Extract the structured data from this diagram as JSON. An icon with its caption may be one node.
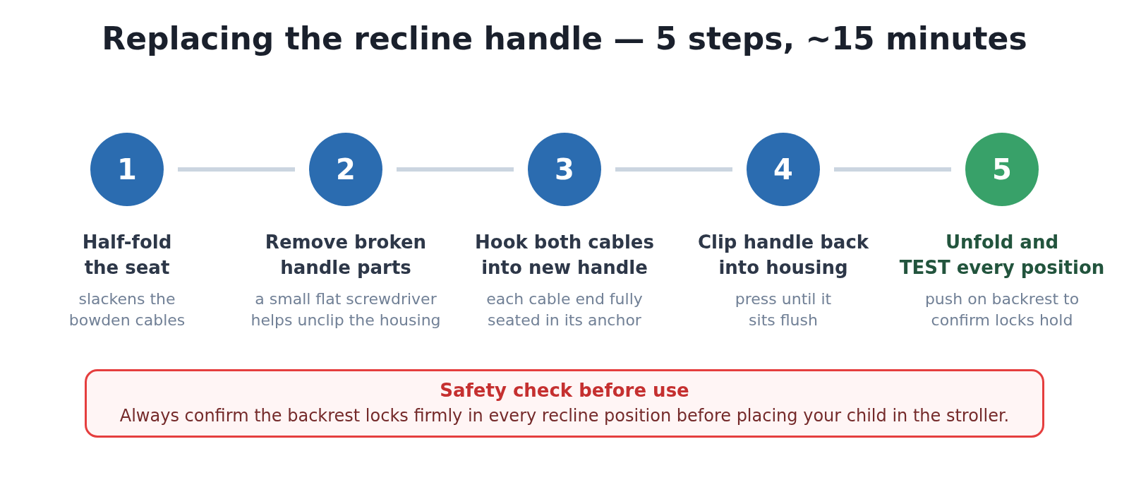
{
  "diagram": {
    "title": "Replacing the recline handle — 5 steps, ~15 minutes",
    "nodes": [
      {
        "text": [
          "1"
        ],
        "beside": [
          "Half-fold the seat",
          "slackens the bowden cables"
        ]
      },
      {
        "text": [
          "2"
        ],
        "beside": [
          "Remove broken handle parts",
          "a small flat screwdriver helps unclip the housing"
        ]
      },
      {
        "text": [
          "3"
        ],
        "beside": [
          "Hook both cables into new handle",
          "each cable end fully seated in its anchor"
        ]
      },
      {
        "text": [
          "4"
        ],
        "beside": [
          "Clip handle back into housing",
          "press until it sits flush"
        ]
      },
      {
        "text": [
          "5"
        ],
        "beside": [
          "Unfold and TEST every position",
          "push on backrest to confirm locks hold"
        ]
      },
      {
        "text": [
          "Safety check before use",
          "Always confirm the backrest locks firmly in every recline position before placing your child in the stroller."
        ]
      }
    ],
    "edges": [
      {
        "from": 0,
        "to": 1,
        "arrow": "none"
      },
      {
        "from": 1,
        "to": 2,
        "arrow": "none"
      },
      {
        "from": 2,
        "to": 3,
        "arrow": "none"
      },
      {
        "from": 3,
        "to": 4,
        "arrow": "none"
      }
    ]
  }
}
